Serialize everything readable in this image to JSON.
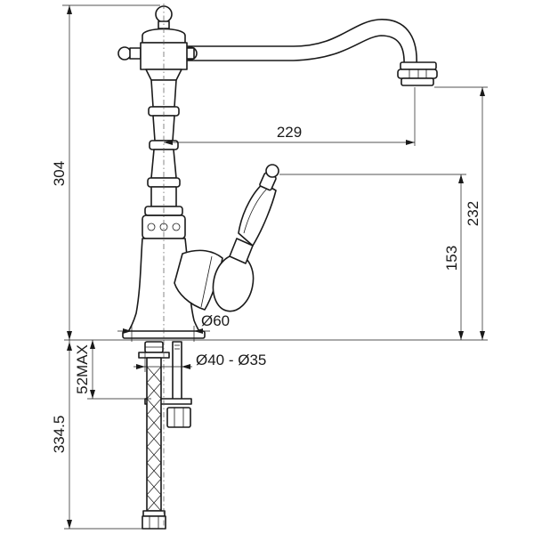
{
  "dimensions": {
    "total_height": "304",
    "spout_reach": "229",
    "spout_height": "232",
    "lever_height": "153",
    "base_diameter": "Ø60",
    "hole_diameter": "Ø40 - Ø35",
    "max_deck_thickness": "52MAX",
    "hose_length": "334.5"
  }
}
